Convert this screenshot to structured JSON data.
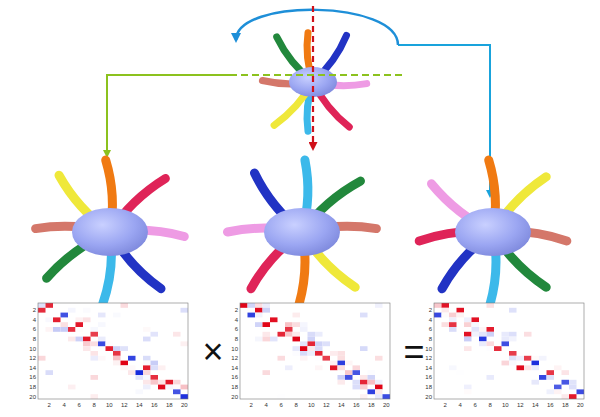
{
  "diagram": {
    "labels": [
      "×",
      "=",
      "2",
      "4",
      "6",
      "8",
      "10",
      "12",
      "14",
      "16",
      "18",
      "20",
      "2",
      "4",
      "6",
      "8",
      "10",
      "12",
      "14",
      "16",
      "18",
      "20",
      "2",
      "4",
      "6",
      "8",
      "10",
      "12",
      "14",
      "16",
      "18",
      "20",
      "2",
      "4",
      "6",
      "8",
      "10",
      "12",
      "14",
      "16",
      "18",
      "20",
      "2",
      "4",
      "6",
      "8",
      "10",
      "12",
      "14",
      "16",
      "18",
      "20",
      "2",
      "4",
      "6",
      "8",
      "10",
      "12",
      "14",
      "16",
      "18",
      "20"
    ]
  }
}
